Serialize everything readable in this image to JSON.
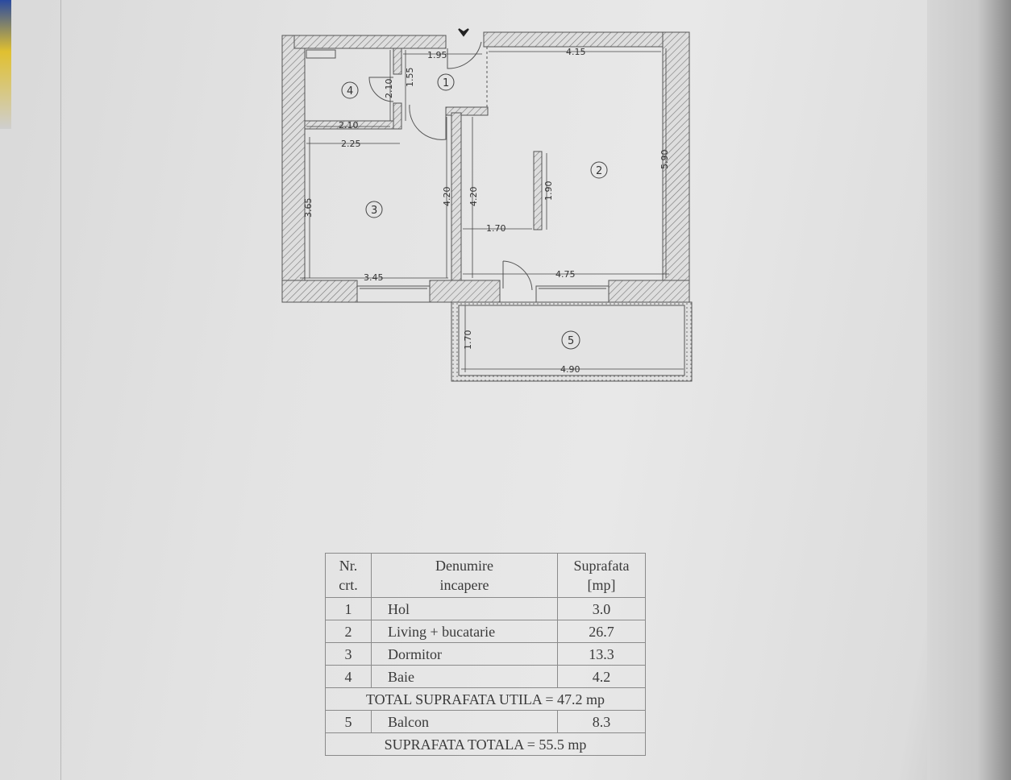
{
  "plan": {
    "north_marker": "entry-arrow",
    "rooms": [
      {
        "nr": "1"
      },
      {
        "nr": "2"
      },
      {
        "nr": "3"
      },
      {
        "nr": "4"
      },
      {
        "nr": "5"
      }
    ],
    "dimensions": {
      "hall_width": "1.95",
      "living_top": "4.15",
      "bath_door_height": "2.10",
      "hall_depth": "1.55",
      "bath_width": "2.10",
      "bedroom_top": "2.25",
      "bedroom_left": "3.65",
      "bedroom_right": "4.20",
      "living_left": "4.20",
      "partition_length": "1.90",
      "partition_offset": "1.70",
      "living_right": "5.90",
      "bedroom_bottom": "3.45",
      "living_bottom": "4.75",
      "balcony_depth": "1.70",
      "balcony_width": "4.90"
    }
  },
  "table": {
    "headers": {
      "nr_1": "Nr.",
      "nr_2": "crt.",
      "name_1": "Denumire",
      "name_2": "incapere",
      "area_1": "Suprafata",
      "area_2": "[mp]"
    },
    "rows": [
      {
        "nr": "1",
        "name": "Hol",
        "area": "3.0"
      },
      {
        "nr": "2",
        "name": "Living + bucatarie",
        "area": "26.7"
      },
      {
        "nr": "3",
        "name": "Dormitor",
        "area": "13.3"
      },
      {
        "nr": "4",
        "name": "Baie",
        "area": "4.2"
      }
    ],
    "total_usable": "TOTAL SUPRAFATA UTILA = 47.2 mp",
    "balcony": {
      "nr": "5",
      "name": "Balcon",
      "area": "8.3"
    },
    "total": "SUPRAFATA TOTALA = 55.5 mp"
  }
}
